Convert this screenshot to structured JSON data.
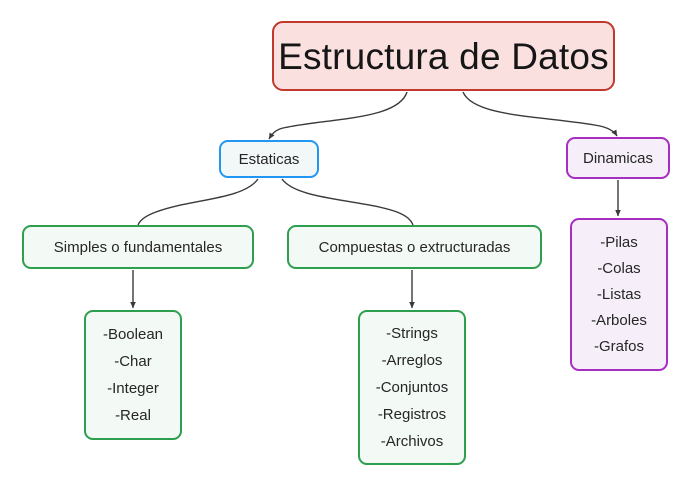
{
  "diagram": {
    "type": "tree-mindmap",
    "background_color": "#ffffff",
    "edge_color": "#3a3a3a",
    "text_color": "#262626",
    "root": {
      "label": "Estructura de Datos",
      "border_color": "#c0392b",
      "fill_color": "#fbe0e0"
    },
    "branches": {
      "estaticas": {
        "label": "Estaticas",
        "border_color": "#2196f3",
        "fill_color": "#f2f8f7"
      },
      "dinamicas": {
        "label": "Dinamicas",
        "border_color": "#a62ec0",
        "fill_color": "#f6effa"
      }
    },
    "categories": {
      "simples": {
        "label": "Simples o fundamentales",
        "border_color": "#2e9e4f",
        "fill_color": "#f3f9f5"
      },
      "compuestas": {
        "label": "Compuestas o extructuradas",
        "border_color": "#2e9e4f",
        "fill_color": "#f3f9f5"
      }
    },
    "leaves": {
      "simples_items": [
        "-Boolean",
        "-Char",
        "-Integer",
        "-Real"
      ],
      "compuestas_items": [
        "-Strings",
        "-Arreglos",
        "-Conjuntos",
        "-Registros",
        "-Archivos"
      ],
      "dinamicas_items": [
        "-Pilas",
        "-Colas",
        "-Listas",
        "-Arboles",
        "-Grafos"
      ]
    }
  }
}
